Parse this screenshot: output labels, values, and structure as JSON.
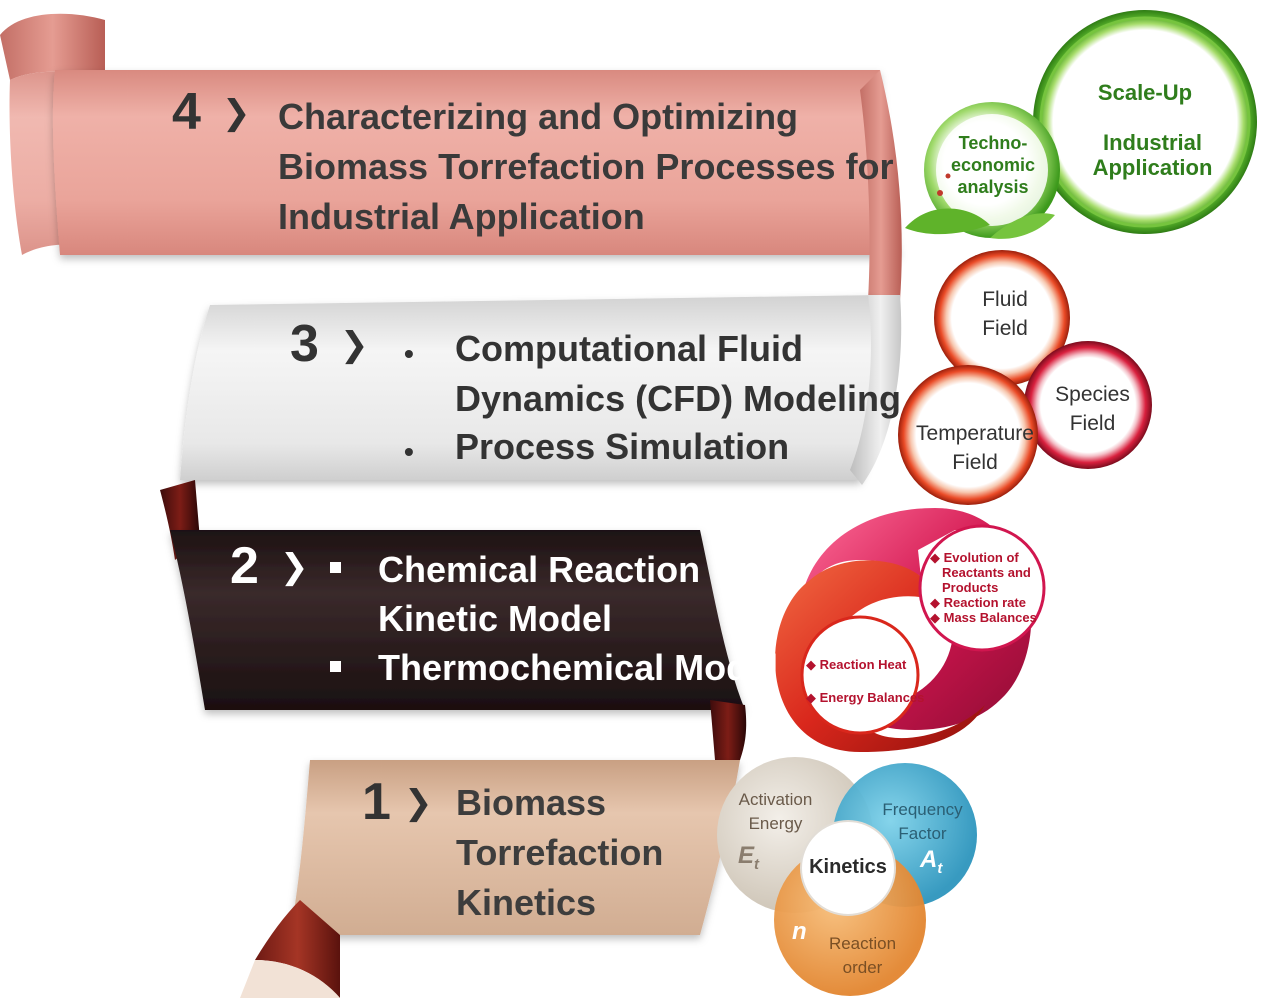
{
  "steps": [
    {
      "number": "4",
      "lines": [
        "Characterizing and Optimizing",
        "Biomass Torrefaction Processes for",
        "Industrial Application"
      ]
    },
    {
      "number": "3",
      "items": [
        [
          "Computational Fluid",
          "Dynamics (CFD) Modeling"
        ],
        [
          "Process Simulation"
        ]
      ]
    },
    {
      "number": "2",
      "items": [
        [
          "Chemical Reaction",
          "Kinetic Model"
        ],
        [
          "Thermochemical Model"
        ]
      ]
    },
    {
      "number": "1",
      "lines": [
        "Biomass",
        "Torrefaction",
        "Kinetics"
      ]
    }
  ],
  "industrial": {
    "techno": [
      "Techno-",
      "economic",
      "analysis"
    ],
    "scaleup": "Scale-Up",
    "application": [
      "Industrial",
      "Application"
    ]
  },
  "fields": {
    "fluid": [
      "Fluid",
      "Field"
    ],
    "species": [
      "Species",
      "Field"
    ],
    "temperature": [
      "Temperature",
      "Field"
    ]
  },
  "reaction": {
    "upper": [
      "Evolution of",
      "Reactants and",
      "Products",
      "Reaction rate",
      "Mass Balances"
    ],
    "lower": [
      "Reaction Heat",
      "Energy Balances"
    ]
  },
  "kinetics": {
    "activation": [
      "Activation",
      "Energy"
    ],
    "activation_symbol": "E",
    "activation_sub": "t",
    "frequency": [
      "Frequency",
      "Factor"
    ],
    "frequency_symbol": "A",
    "frequency_sub": "t",
    "order_symbol": "n",
    "order": [
      "Reaction",
      "order"
    ],
    "center": "Kinetics"
  },
  "colors": {
    "ribbon4": "#e8a199",
    "ribbon3": "#ececec",
    "ribbon2": "#2a1b1c",
    "ribbon1": "#d9b79f",
    "green": "#3f9a1f",
    "fieldRed": "#d91e3a",
    "magenta": "#d1164f",
    "kinGray": "#d8d2c8",
    "kinBlue": "#3ea7c9",
    "kinOrange": "#e8943c"
  }
}
